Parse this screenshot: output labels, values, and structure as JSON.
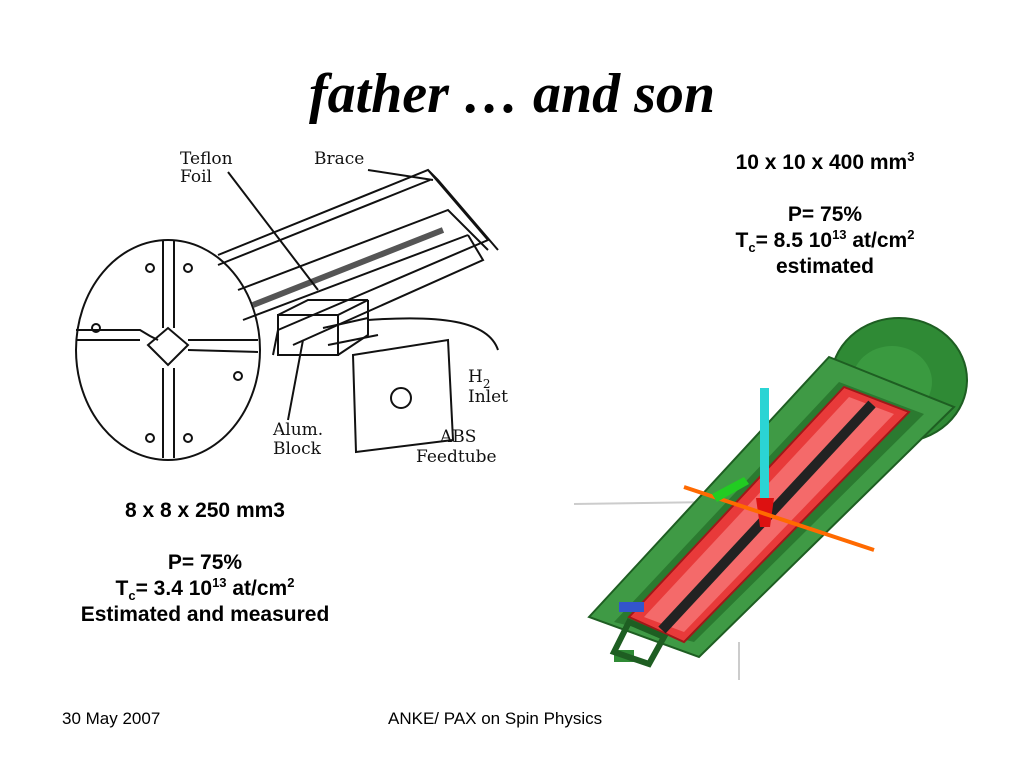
{
  "slide": {
    "title": "father … and son",
    "son_target": {
      "dimensions": "10 x 10 x 400 mm",
      "dimensions_exp": "3",
      "polarization": "P= 75%",
      "tc_sub": "c",
      "tc_mid": "= 8.5 10",
      "tc_exp": "13",
      "tc_unit": " at/cm",
      "tc_unit_exp": "2",
      "note": "estimated"
    },
    "father_target": {
      "dimensions": "8 x 8 x 250 mm3",
      "polarization": "P= 75%",
      "tc_sub": "c",
      "tc_mid": "= 3.4 10",
      "tc_exp": "13",
      "tc_unit": " at/cm",
      "tc_unit_exp": "2",
      "note": "Estimated and measured"
    },
    "drawing_labels": {
      "teflon": "Teflon",
      "foil": "Foil",
      "brace": "Brace",
      "h": "H",
      "h_sub": "2",
      "inlet": "Inlet",
      "alum": "Alum.",
      "block": "Block",
      "abs": "ABS",
      "feedtube": "Feedtube"
    },
    "footer": {
      "date": "30 May 2007",
      "title": "ANKE/ PAX on Spin Physics"
    }
  }
}
